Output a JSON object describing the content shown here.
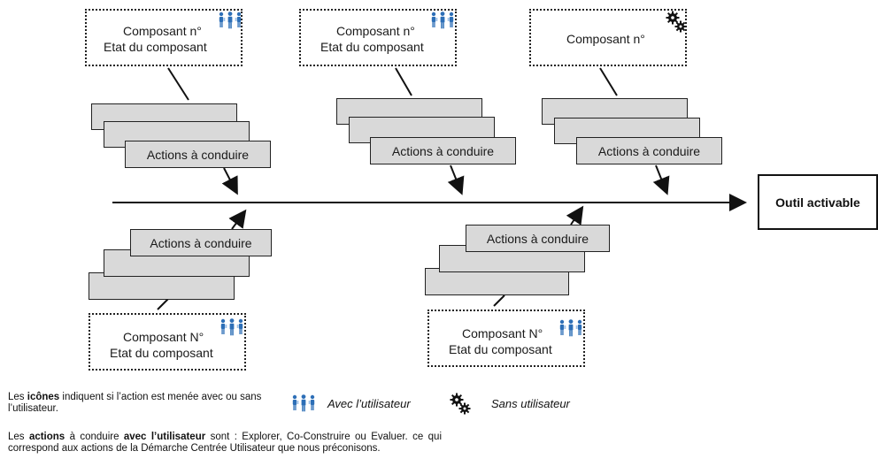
{
  "components_top": [
    {
      "name": "Composant n°",
      "state": "Etat du composant",
      "icon": "users-icon"
    },
    {
      "name": "Composant n°",
      "state": "Etat du composant",
      "icon": "users-icon"
    },
    {
      "name": "Composant n°",
      "state": "",
      "icon": "gears-icon"
    }
  ],
  "components_bottom": [
    {
      "name": "Composant N°",
      "state": "Etat du composant",
      "icon": "users-icon"
    },
    {
      "name": "Composant N°",
      "state": "Etat du composant",
      "icon": "users-icon"
    }
  ],
  "action_label": "Actions à conduire",
  "target_label": "Outil activable",
  "legend": {
    "p1_a": "Les ",
    "p1_b": "icônes",
    "p1_c": " indiquent si l’action est menée avec ou sans l’utilisateur.",
    "with_user": "Avec  l’utilisateur",
    "without_user": "Sans utilisateur",
    "p2_a": "Les ",
    "p2_b": "actions",
    "p2_c": " à conduire ",
    "p2_d": "avec l’utilisateur",
    "p2_e": " sont : Explorer, Co-Construire ou Evaluer. ce qui correspond aux actions de la Démarche Centrée Utilisateur que nous préconisons."
  },
  "colors": {
    "icon_blue": "#2d6fb7",
    "action_fill": "#d9d9d9"
  }
}
